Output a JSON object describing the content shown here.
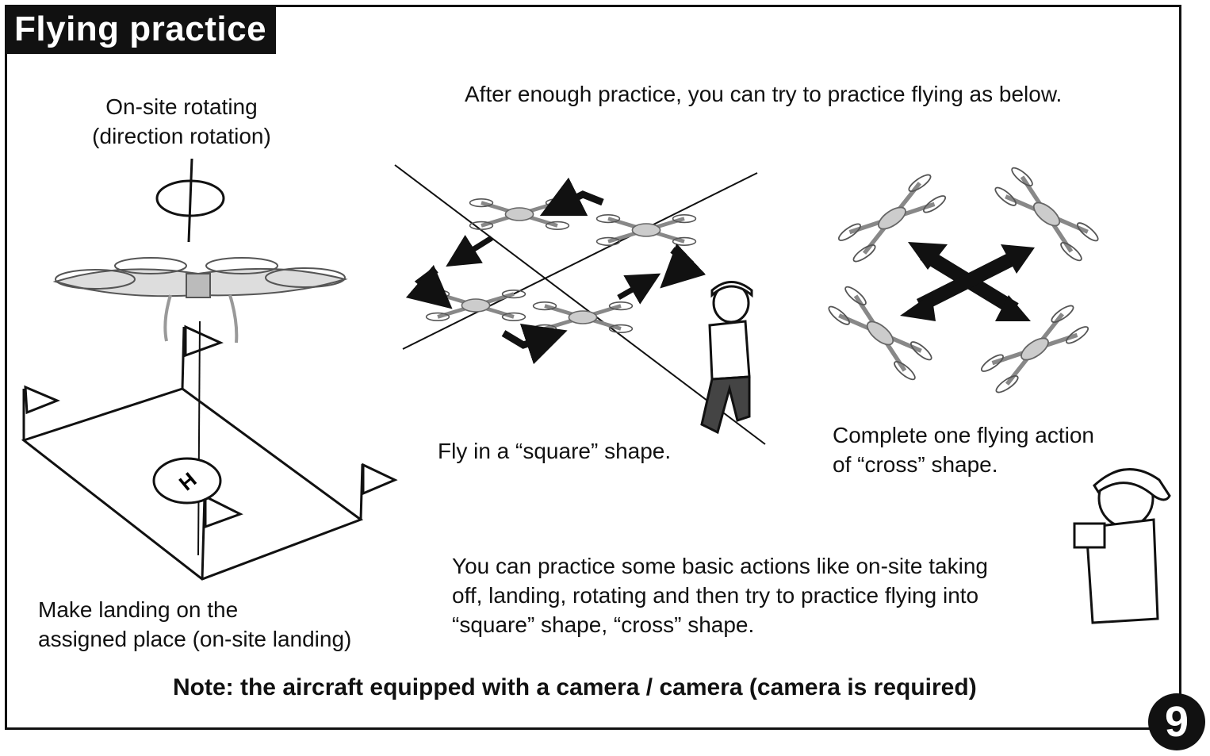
{
  "title": "Flying practice",
  "intro": "After enough practice, you can try to practice flying as below.",
  "sections": {
    "rotating": "On-site rotating\n(direction rotation)",
    "landing": "Make landing on the\nassigned place (on-site landing)",
    "square": "Fly in a “square” shape.",
    "cross": "Complete one flying action\nof “cross” shape."
  },
  "pad_label": "H",
  "practice_text": "You can practice some basic actions like on-site taking\noff, landing, rotating and then try to practice flying into\n“square” shape, “cross” shape.",
  "note": "Note: the aircraft equipped with a camera / camera (camera is required)",
  "page_number": "9"
}
